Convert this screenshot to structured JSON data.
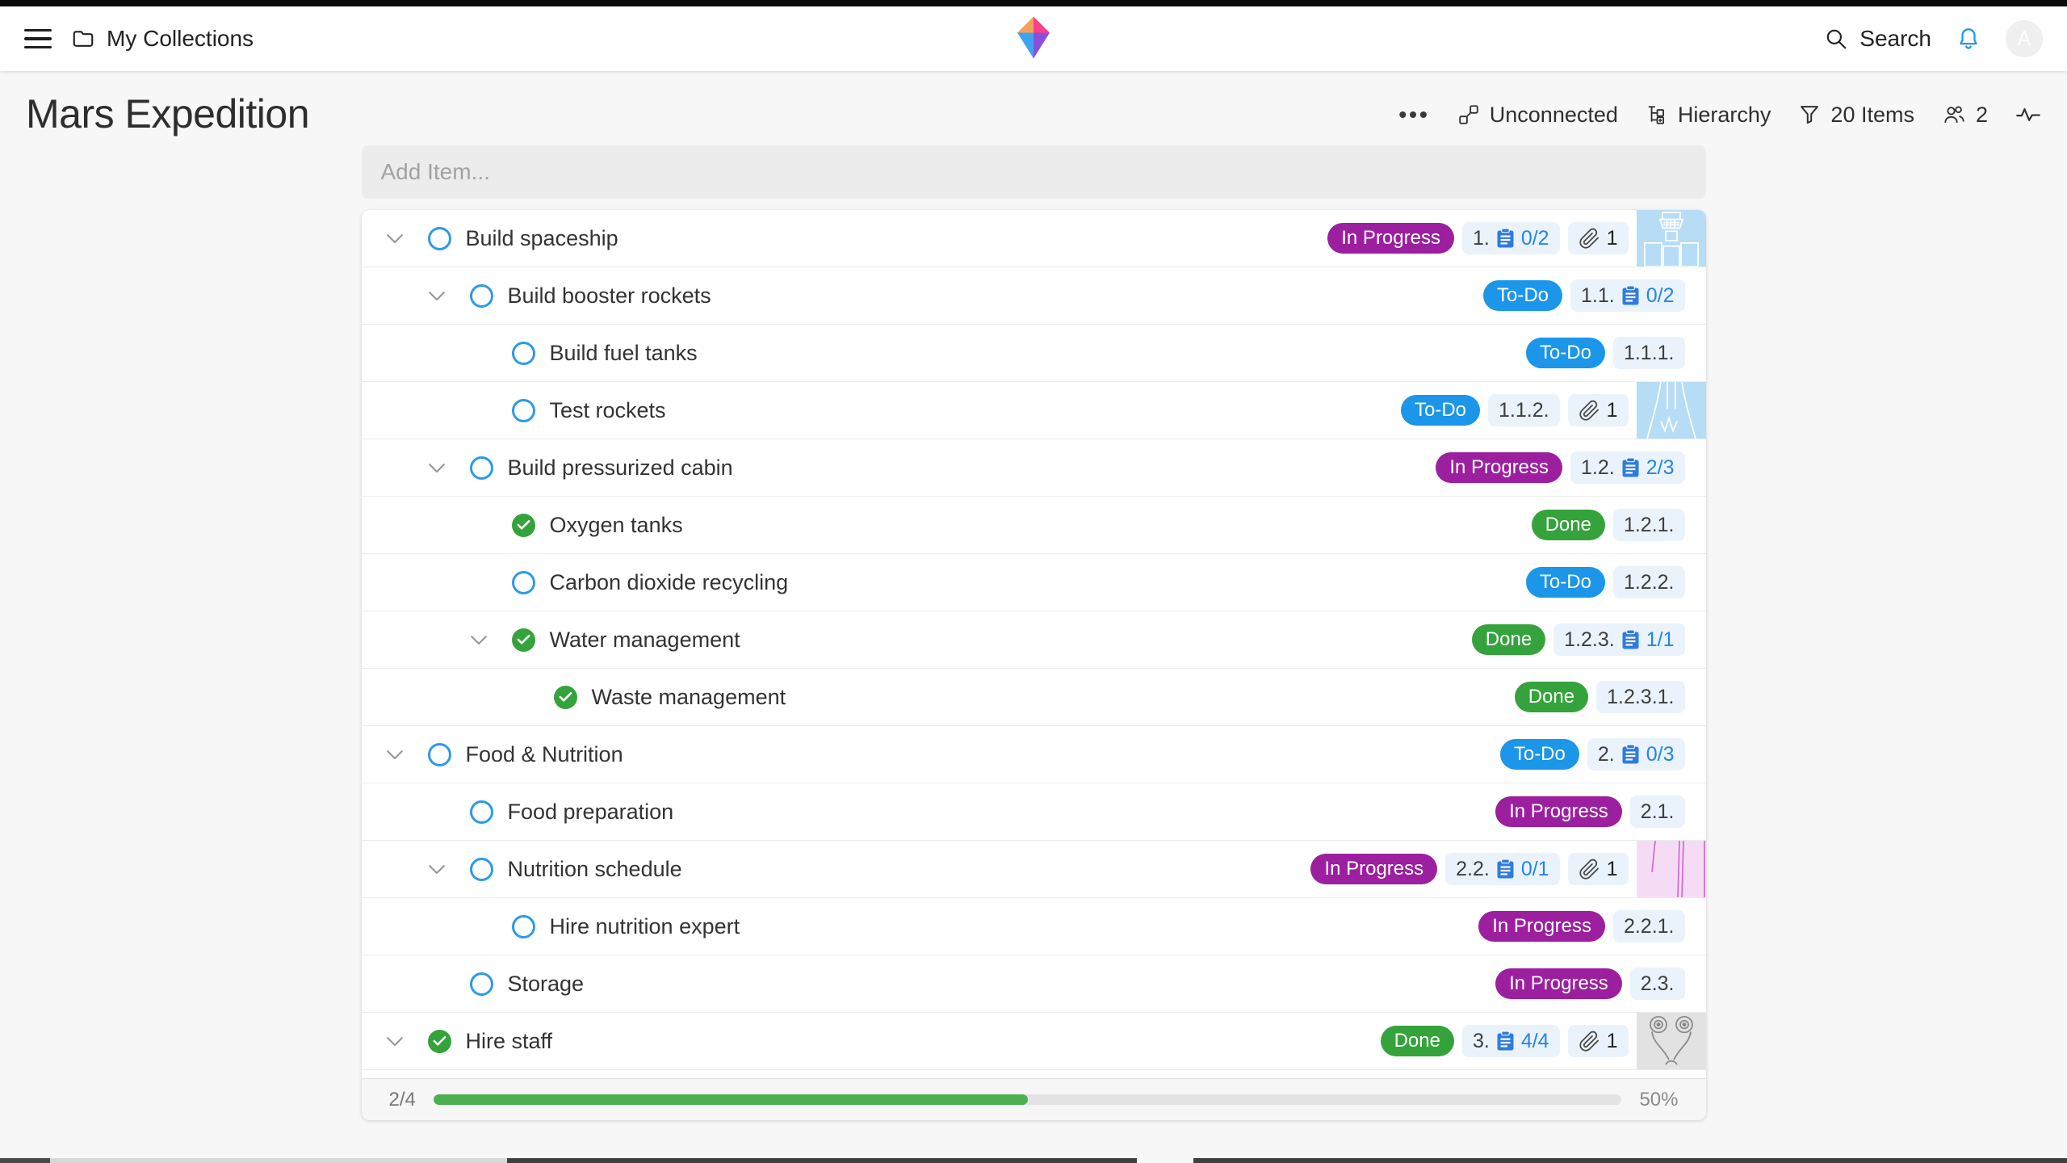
{
  "topbar": {
    "breadcrumb": "My Collections",
    "search_label": "Search",
    "avatar_letter": "A"
  },
  "header": {
    "title": "Mars Expedition",
    "more_label": "•••",
    "connections_label": "Unconnected",
    "view_label": "Hierarchy",
    "filter_label": "20 Items",
    "members_count": "2"
  },
  "add_item": {
    "placeholder": "Add Item..."
  },
  "list": {
    "items": [
      {
        "level": 1,
        "chevron": true,
        "done": false,
        "title": "Build spaceship",
        "status": "In Progress",
        "number": "1.",
        "checklist": "0/2",
        "attachments": "1",
        "thumb": "rocket-top"
      },
      {
        "level": 2,
        "chevron": true,
        "done": false,
        "title": "Build booster rockets",
        "status": "To-Do",
        "number": "1.1.",
        "checklist": "0/2",
        "attachments": null,
        "thumb": null
      },
      {
        "level": 3,
        "chevron": false,
        "done": false,
        "title": "Build fuel tanks",
        "status": "To-Do",
        "number": "1.1.1.",
        "checklist": null,
        "attachments": null,
        "thumb": null
      },
      {
        "level": 3,
        "chevron": false,
        "done": false,
        "title": "Test rockets",
        "status": "To-Do",
        "number": "1.1.2.",
        "checklist": null,
        "attachments": "1",
        "thumb": "rocket-bottom"
      },
      {
        "level": 2,
        "chevron": true,
        "done": false,
        "title": "Build pressurized cabin",
        "status": "In Progress",
        "number": "1.2.",
        "checklist": "2/3",
        "attachments": null,
        "thumb": null
      },
      {
        "level": 3,
        "chevron": false,
        "done": true,
        "title": "Oxygen tanks",
        "status": "Done",
        "number": "1.2.1.",
        "checklist": null,
        "attachments": null,
        "thumb": null
      },
      {
        "level": 3,
        "chevron": false,
        "done": false,
        "title": "Carbon dioxide recycling",
        "status": "To-Do",
        "number": "1.2.2.",
        "checklist": null,
        "attachments": null,
        "thumb": null
      },
      {
        "level": 3,
        "chevron": true,
        "done": true,
        "title": "Water management",
        "status": "Done",
        "number": "1.2.3.",
        "checklist": "1/1",
        "attachments": null,
        "thumb": null
      },
      {
        "level": 4,
        "chevron": false,
        "done": true,
        "title": "Waste management",
        "status": "Done",
        "number": "1.2.3.1.",
        "checklist": null,
        "attachments": null,
        "thumb": null
      },
      {
        "level": 1,
        "chevron": true,
        "done": false,
        "title": "Food & Nutrition",
        "status": "To-Do",
        "number": "2.",
        "checklist": "0/3",
        "attachments": null,
        "thumb": null
      },
      {
        "level": 2,
        "chevron": false,
        "done": false,
        "title": "Food preparation",
        "status": "In Progress",
        "number": "2.1.",
        "checklist": null,
        "attachments": null,
        "thumb": null
      },
      {
        "level": 2,
        "chevron": true,
        "done": false,
        "title": "Nutrition schedule",
        "status": "In Progress",
        "number": "2.2.",
        "checklist": "0/1",
        "attachments": "1",
        "thumb": "pink-chart"
      },
      {
        "level": 3,
        "chevron": false,
        "done": false,
        "title": "Hire nutrition expert",
        "status": "In Progress",
        "number": "2.2.1.",
        "checklist": null,
        "attachments": null,
        "thumb": null
      },
      {
        "level": 2,
        "chevron": false,
        "done": false,
        "title": "Storage",
        "status": "In Progress",
        "number": "2.3.",
        "checklist": null,
        "attachments": null,
        "thumb": null
      },
      {
        "level": 1,
        "chevron": true,
        "done": true,
        "title": "Hire staff",
        "status": "Done",
        "number": "3.",
        "checklist": "4/4",
        "attachments": "1",
        "thumb": "alien"
      }
    ]
  },
  "footer": {
    "count": "2/4",
    "percent_label": "50%",
    "progress": 50
  },
  "colors": {
    "status": {
      "To-Do": "#1b96e8",
      "In Progress": "#9b1f9f",
      "Done": "#35a33b"
    },
    "accent_blue": "#2e9ae8",
    "checklist_blue": "#2386e8",
    "pill_bg": "#eaf3fb",
    "avatar_bg": "#7a5cc9",
    "progress_green": "#4caf50",
    "done_green": "#35a33b"
  }
}
